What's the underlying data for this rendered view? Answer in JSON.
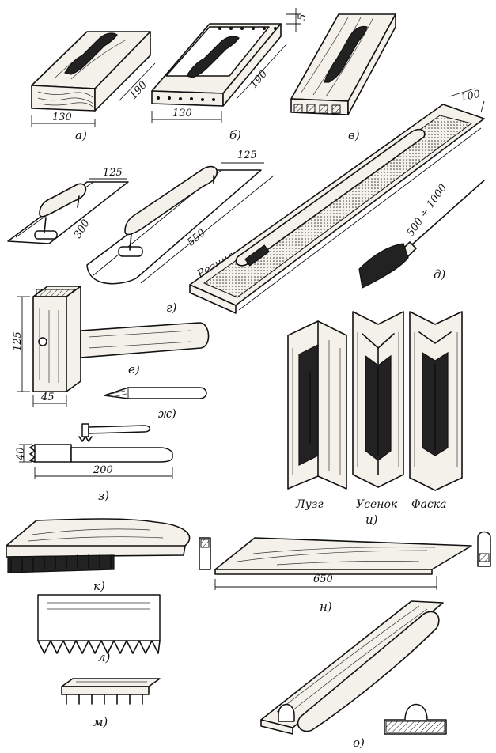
{
  "labels": {
    "a": "а)",
    "b": "б)",
    "v": "в)",
    "g": "г)",
    "d": "д)",
    "e": "е)",
    "zh": "ж)",
    "z": "з)",
    "i": "и)",
    "k": "к)",
    "l": "л)",
    "m": "м)",
    "n": "н)",
    "o": "о)"
  },
  "dims": {
    "a_width": "130",
    "a_length": "190",
    "b_width": "130",
    "b_length": "190",
    "b_thick": "5",
    "v_width": "100",
    "g_small_w": "125",
    "g_small_l": "300",
    "g_large_w": "125",
    "g_large_l": "550",
    "g_rubber": "Резина",
    "d_length": "500 ÷ 1000",
    "e_height": "125",
    "e_width": "45",
    "z_height": "40",
    "z_length": "200",
    "n_length": "650"
  },
  "corner_tools": {
    "luzg": "Лузг",
    "usenok": "Усенок",
    "faska": "Фаска"
  }
}
